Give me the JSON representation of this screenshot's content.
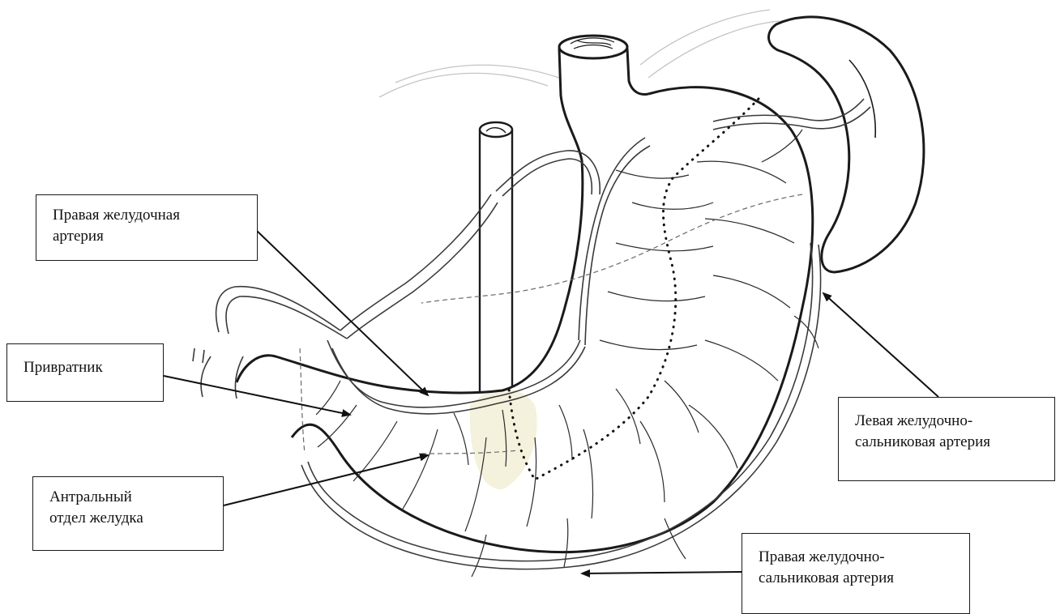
{
  "labels": {
    "right_gastric_artery": {
      "line1": "Правая желудочная",
      "line2": "артерия"
    },
    "pylorus": {
      "line1": "Привратник"
    },
    "antrum": {
      "line1": "Антральный",
      "line2": "отдел желудка"
    },
    "left_gastroepiploic_artery": {
      "line1": "Левая желудочно-",
      "line2": "сальниковая артерия"
    },
    "right_gastroepiploic_artery": {
      "line1": "Правая желудочно-",
      "line2": "сальниковая артерия"
    }
  },
  "colors": {
    "ink": "#1a1a1a",
    "vessel": "#3a3a3a",
    "pencil_faint": "#b8b8b8",
    "antrum_tint": "#f4f1dc"
  }
}
